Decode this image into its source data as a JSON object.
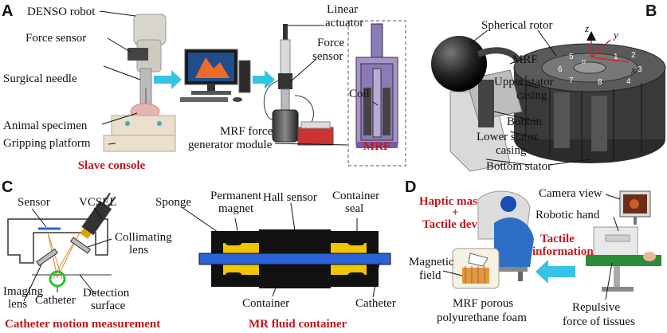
{
  "panels": {
    "a": {
      "letter": "A",
      "labels": {
        "denso_robot": "DENSO robot",
        "force_sensor": "Force sensor",
        "surgical_needle": "Surgical needle",
        "animal_specimen": "Animal specimen",
        "gripping_platform": "Gripping platform",
        "linear_actuator_1": "Linear",
        "linear_actuator_2": "actuator",
        "force_sensor2_1": "Force",
        "force_sensor2_2": "sensor",
        "coil": "Coil",
        "mrf_force_1": "MRF force",
        "mrf_force_2": "generator module",
        "mrf": "MRF"
      },
      "caption": "Slave console"
    },
    "b": {
      "letter": "B",
      "labels": {
        "spherical_rotor": "Spherical rotor",
        "mrf": "MRF",
        "upper_stator_1": "Upper stator",
        "upper_stator_2": "casing",
        "bobbin": "Bobbin",
        "lower_stator_1": "Lower stator",
        "lower_stator_2": "casing",
        "bottom_stator": "Bottom stator"
      },
      "axes": {
        "x": "x",
        "y": "y",
        "z": "z",
        "o": "o"
      },
      "segments": [
        "1",
        "2",
        "3",
        "4",
        "5",
        "6",
        "7",
        "8"
      ]
    },
    "c": {
      "letter": "C",
      "labels": {
        "sensor": "Sensor",
        "vcsel": "VCSEL",
        "collimating_1": "Collimating",
        "collimating_2": "lens",
        "imaging_1": "Imaging",
        "imaging_2": "lens",
        "catheter": "Catheter",
        "detection_1": "Detection",
        "detection_2": "surface",
        "sponge": "Sponge",
        "permanent_1": "Permanent",
        "permanent_2": "magnet",
        "hall_sensor": "Hall sensor",
        "container_seal_1": "Container",
        "container_seal_2": "seal",
        "container": "Container",
        "catheter2": "Catheter"
      },
      "caption_left": "Catheter motion measurement",
      "caption_right": "MR fluid container"
    },
    "d": {
      "letter": "D",
      "labels": {
        "haptic_master": "Haptic master",
        "plus": "+",
        "tactile_device": "Tactile device",
        "camera_view": "Camera view",
        "robotic_hand": "Robotic hand",
        "tactile_info_1": "Tactile",
        "tactile_info_2": "information",
        "magnetic_1": "Magnetic",
        "magnetic_2": "field",
        "mrf_foam_1": "MRF porous",
        "mrf_foam_2": "polyurethane foam",
        "repulsive_1": "Repulsive",
        "repulsive_2": "force of tissues"
      }
    }
  },
  "colors": {
    "caption_red": "#c0161d",
    "arrow_cyan": "#35c3e6",
    "mrf_purple": "#7a5aa8",
    "catheter_blue": "#2b63d6",
    "magnet_yellow": "#f3c400"
  }
}
